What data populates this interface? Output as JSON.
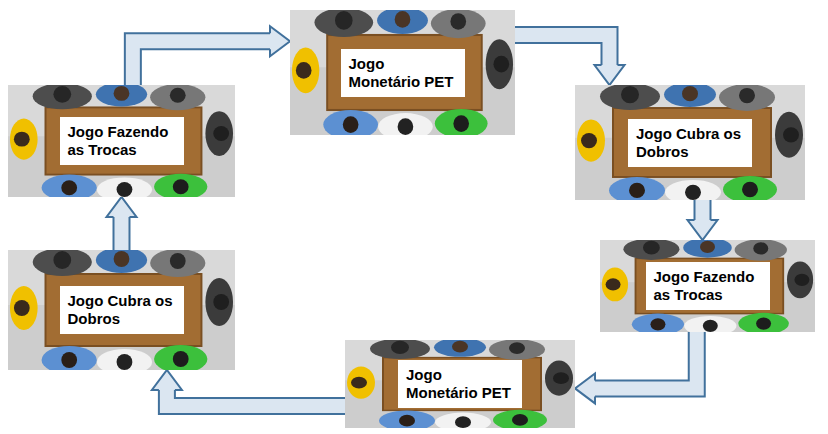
{
  "diagram": {
    "nodes": [
      {
        "text": [
          "Jogo Monetário PET"
        ]
      },
      {
        "text": [
          "Jogo Cubra os Dobros"
        ]
      },
      {
        "text": [
          "Jogo Fazendo as Trocas"
        ]
      },
      {
        "text": [
          "Jogo Monetário PET"
        ]
      },
      {
        "text": [
          "Jogo Cubra os Dobros"
        ]
      },
      {
        "text": [
          "Jogo Fazendo as Trocas"
        ]
      }
    ],
    "edges": [
      {
        "from": 0,
        "to": 1,
        "arrow": "to"
      },
      {
        "from": 1,
        "to": 2,
        "arrow": "to"
      },
      {
        "from": 2,
        "to": 3,
        "arrow": "to"
      },
      {
        "from": 3,
        "to": 4,
        "arrow": "to"
      },
      {
        "from": 4,
        "to": 5,
        "arrow": "to"
      },
      {
        "from": 5,
        "to": 0,
        "arrow": "to"
      }
    ]
  }
}
